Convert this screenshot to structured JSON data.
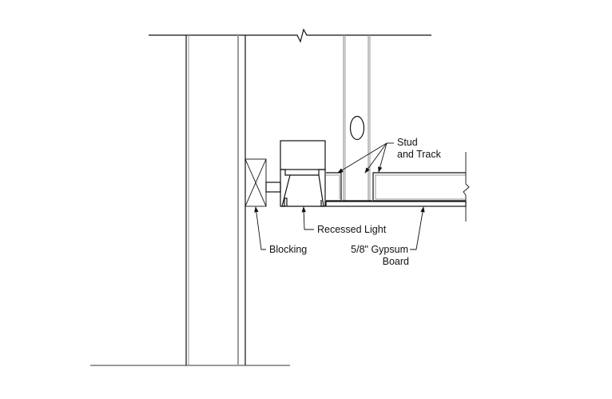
{
  "title": "Recessed light in gypsum board ceiling detail",
  "labels": {
    "stud_track_line1": "Stud",
    "stud_track_line2": "and Track",
    "recessed_light": "Recessed Light",
    "blocking": "Blocking",
    "gypsum_line1": "5/8\" Gypsum",
    "gypsum_line2": "Board"
  }
}
